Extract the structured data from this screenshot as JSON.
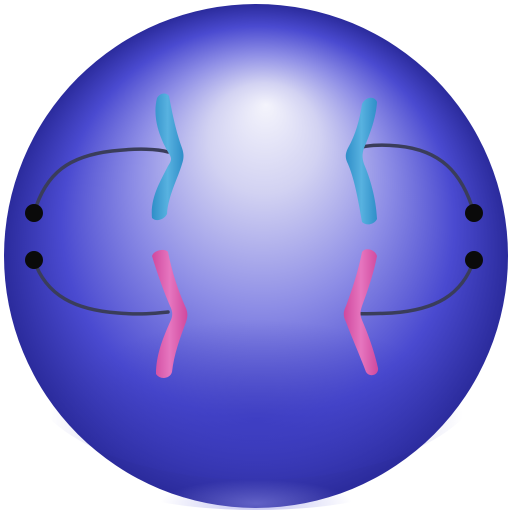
{
  "colors": {
    "cell_light": "#f4f4fc",
    "cell_mid": "#8e8ee6",
    "cell_deep": "#4a4ad0",
    "cell_dark": "#2b2b9c",
    "chromatid_blue": "#2f8ec8",
    "chromatid_blue_light": "#58b2e0",
    "chromatid_pink": "#d0489e",
    "chromatid_pink_light": "#e676bf",
    "spindle_fiber": "#3a3d5a",
    "centriole": "#0a0a0a"
  },
  "scene": {
    "subject": "cell",
    "chromatids": [
      {
        "id": "left-blue",
        "color": "blue"
      },
      {
        "id": "right-blue",
        "color": "blue"
      },
      {
        "id": "left-pink",
        "color": "pink"
      },
      {
        "id": "right-pink",
        "color": "pink"
      }
    ],
    "centrioles": 4,
    "spindle_fibers": 4
  }
}
